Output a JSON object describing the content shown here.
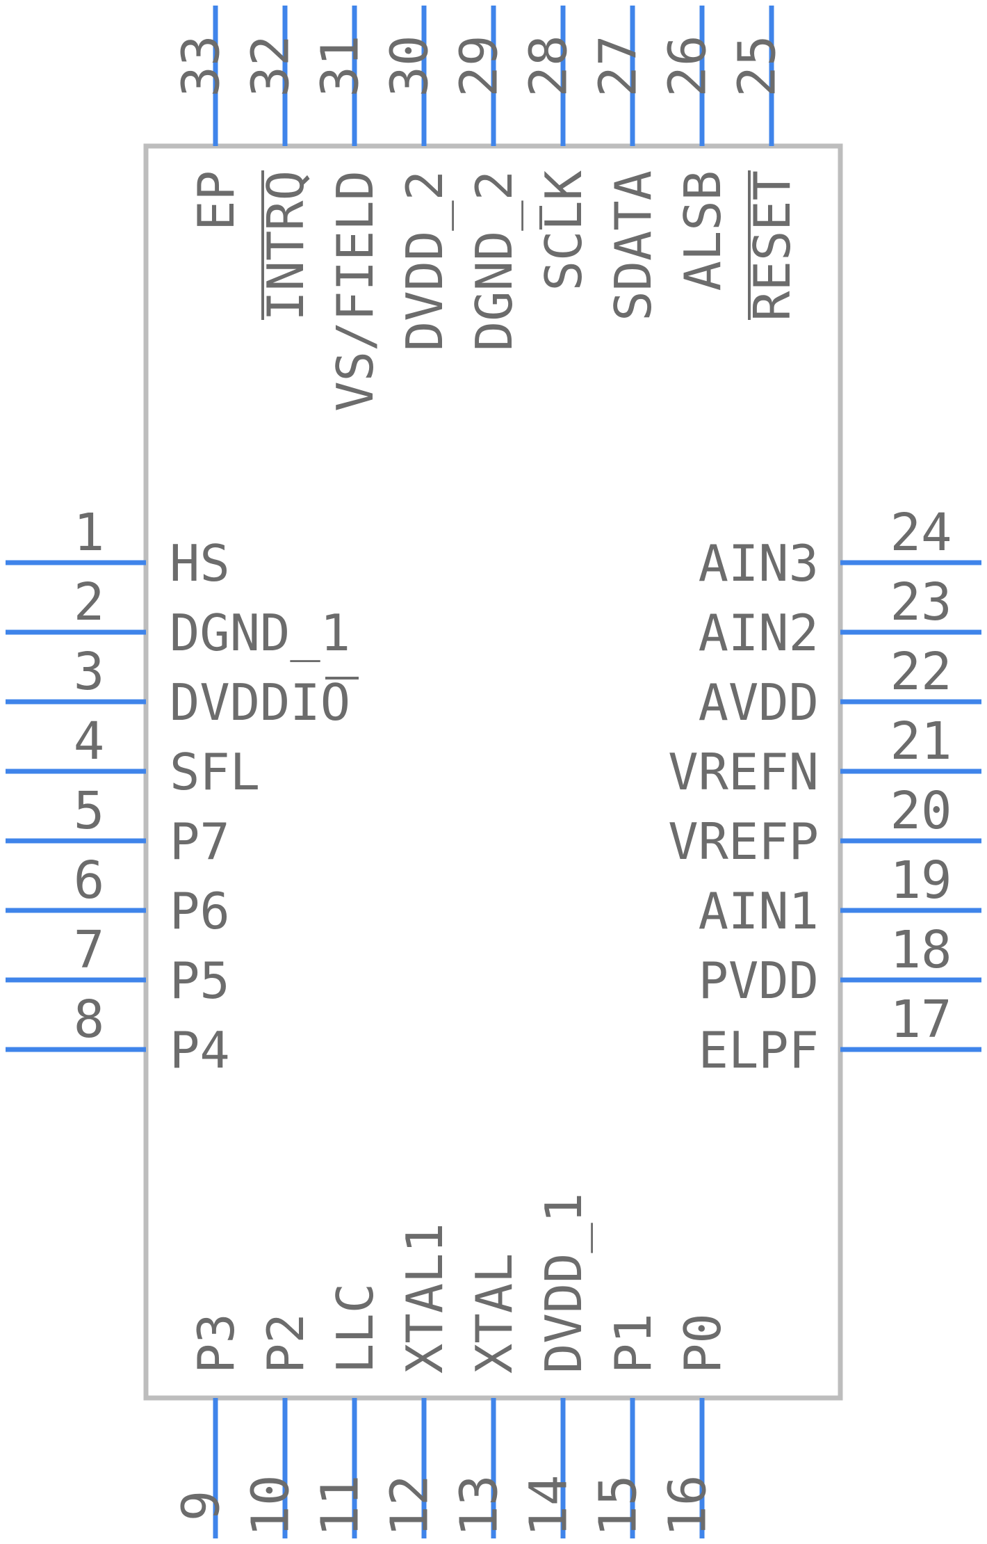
{
  "component": {
    "body_color": "#bdbdbd",
    "pin_color": "#3f84ea",
    "text_color": "#6c6c6c"
  },
  "pins": {
    "left": [
      {
        "number": "1",
        "name": "HS"
      },
      {
        "number": "2",
        "name": "DGND_1"
      },
      {
        "number": "3",
        "name": "DVDDIO"
      },
      {
        "number": "4",
        "name": "SFL"
      },
      {
        "number": "5",
        "name": "P7"
      },
      {
        "number": "6",
        "name": "P6"
      },
      {
        "number": "7",
        "name": "P5"
      },
      {
        "number": "8",
        "name": "P4"
      }
    ],
    "bottom": [
      {
        "number": "9",
        "name": "P3"
      },
      {
        "number": "10",
        "name": "P2"
      },
      {
        "number": "11",
        "name": "LLC"
      },
      {
        "number": "12",
        "name": "XTAL1"
      },
      {
        "number": "13",
        "name": "XTAL"
      },
      {
        "number": "14",
        "name": "DVDD_1"
      },
      {
        "number": "15",
        "name": "P1"
      },
      {
        "number": "16",
        "name": "P0"
      }
    ],
    "right": [
      {
        "number": "17",
        "name": "ELPF"
      },
      {
        "number": "18",
        "name": "PVDD"
      },
      {
        "number": "19",
        "name": "AIN1"
      },
      {
        "number": "20",
        "name": "VREFP"
      },
      {
        "number": "21",
        "name": "VREFN"
      },
      {
        "number": "22",
        "name": "AVDD"
      },
      {
        "number": "23",
        "name": "AIN2"
      },
      {
        "number": "24",
        "name": "AIN3"
      }
    ],
    "top": [
      {
        "number": "25",
        "name": "RESET",
        "overbar": true
      },
      {
        "number": "26",
        "name": "ALSB"
      },
      {
        "number": "27",
        "name": "SDATA"
      },
      {
        "number": "28",
        "name": "SCLK"
      },
      {
        "number": "29",
        "name": "DGND_2"
      },
      {
        "number": "30",
        "name": "DVDD_2"
      },
      {
        "number": "31",
        "name": "VS/FIELD"
      },
      {
        "number": "32",
        "name": "INTRQ",
        "overbar": true
      },
      {
        "number": "33",
        "name": "EP"
      }
    ]
  }
}
